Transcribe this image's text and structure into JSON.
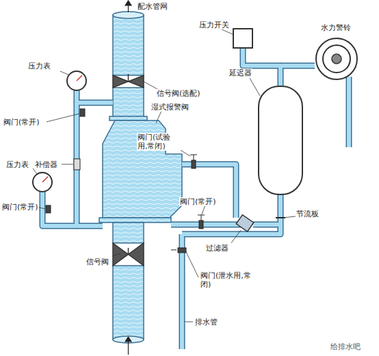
{
  "diagram": {
    "labels": [
      "配水管网",
      "压力表",
      "阀门(常开)",
      "信号阀(选配)",
      "湿式报警阀",
      "补偿器",
      "压力表",
      "阀门(常开)",
      "阀门(试验用,常闭)",
      "阀门(常开)",
      "信号阀",
      "过滤器",
      "节流板",
      "阀门(泄水用,常闭)",
      "排水管",
      "延迟器",
      "压力开关",
      "水力警铃",
      "给排水吧"
    ]
  }
}
